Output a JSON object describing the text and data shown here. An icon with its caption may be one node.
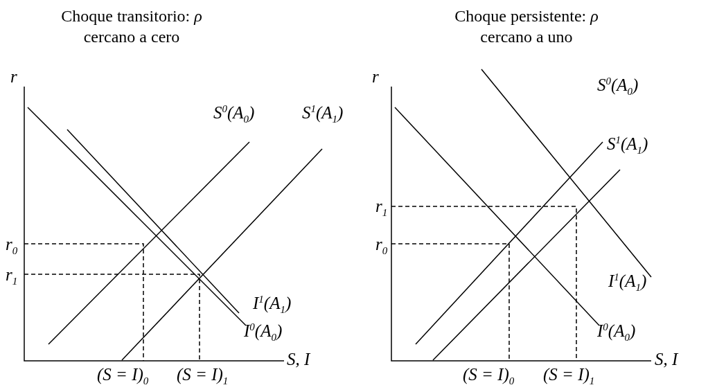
{
  "diagram": {
    "labels": [
      "Choque transitorio: *ρ* cercano a cero",
      "Choque persistente: *ρ* cercano a uno",
      "r",
      "S$^{0}$(A$_{0}$)",
      "S$^{1}$(A$_{1}$)",
      "r$_{0}$",
      "r$_{1}$",
      "I$^{1}$(A$_{1}$)",
      "I$^{0}$(A$_{0}$)",
      "S, I",
      "(S = I)$_{0}$",
      "(S = I)$_{1}$",
      "r",
      "S$^{0}$(A$_{0}$)",
      "S$^{1}$(A$_{1}$)",
      "r$_{1}$",
      "r$_{0}$",
      "I$^{1}$(A$_{1}$)",
      "I$^{0}$(A$_{0}$)",
      "S, I",
      "(S = I)$_{0}$",
      "(S = I)$_{1}$"
    ]
  }
}
